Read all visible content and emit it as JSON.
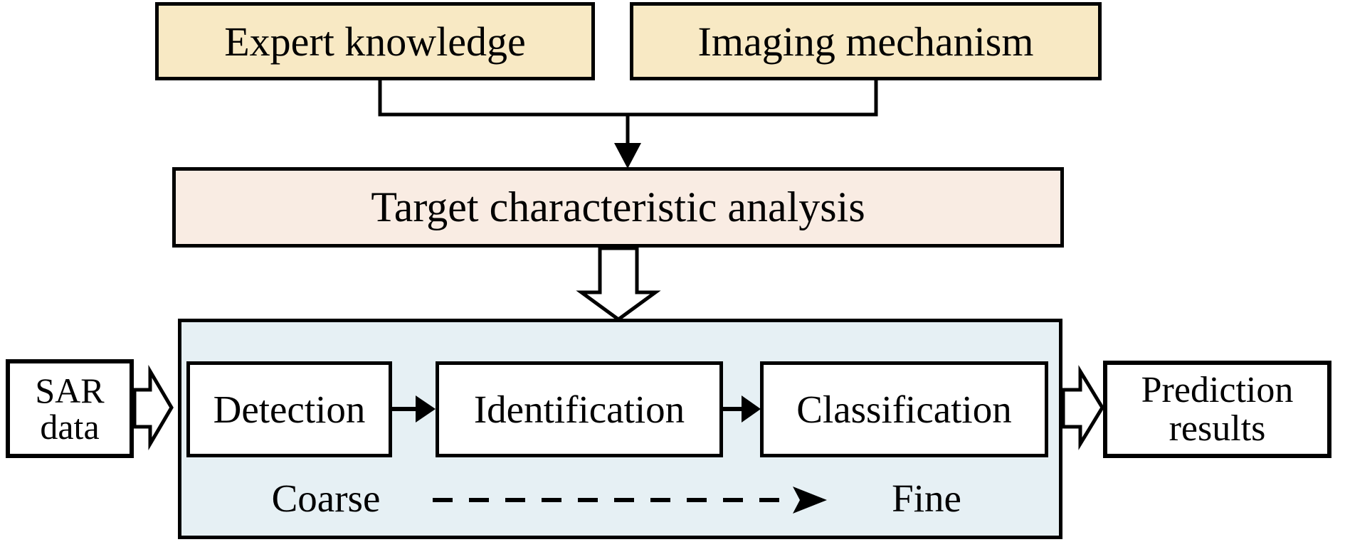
{
  "figure": {
    "top_inputs": [
      {
        "label": "Expert knowledge"
      },
      {
        "label": "Imaging mechanism"
      }
    ],
    "analysis_box": {
      "label": "Target characteristic analysis"
    },
    "pipeline": {
      "input": {
        "line1": "SAR",
        "line2": "data"
      },
      "stages": [
        {
          "label": "Detection"
        },
        {
          "label": "Identification"
        },
        {
          "label": "Classification"
        }
      ],
      "granularity": {
        "from": "Coarse",
        "to": "Fine"
      },
      "output": {
        "line1": "Prediction",
        "line2": "results"
      }
    },
    "colors": {
      "input_box_fill": "#F8E9C4",
      "analysis_box_fill": "#F9ECE3",
      "pipeline_fill": "#E6F0F4",
      "stage_fill": "#FFFFFF",
      "line": "#000000"
    }
  }
}
